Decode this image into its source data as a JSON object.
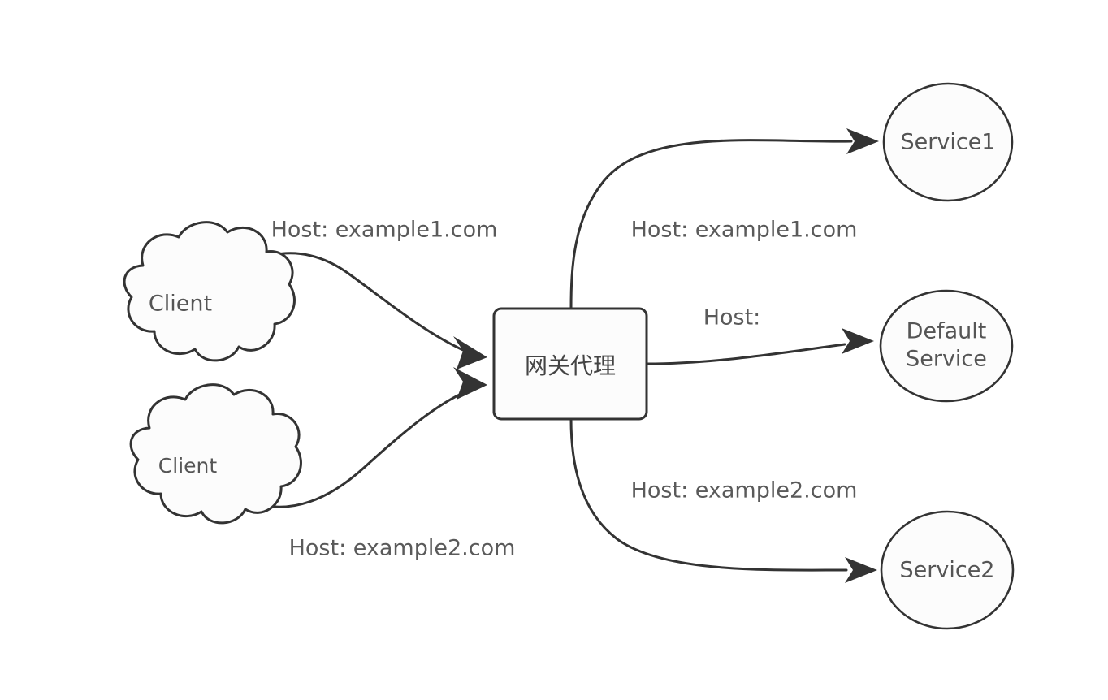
{
  "diagram": {
    "title": "Gateway host-based routing diagram",
    "background_color": "#ffffff",
    "stroke_color": "#333333",
    "node_fill_color": "#fcfcfc",
    "label_color": "#5a5a5a",
    "nodes": [
      {
        "id": "client1",
        "label": "Client",
        "shape": "cloud"
      },
      {
        "id": "client2",
        "label": "Client",
        "shape": "cloud"
      },
      {
        "id": "gateway",
        "label": "网关代理",
        "shape": "rounded-rect"
      },
      {
        "id": "service1",
        "label": "Service1",
        "shape": "ellipse"
      },
      {
        "id": "default-service",
        "label_line1": "Default",
        "label_line2": "Service",
        "shape": "ellipse"
      },
      {
        "id": "service2",
        "label": "Service2",
        "shape": "ellipse"
      }
    ],
    "edges": [
      {
        "id": "client1-gateway",
        "from": "client1",
        "to": "gateway",
        "label": "Host: example1.com"
      },
      {
        "id": "client2-gateway",
        "from": "client2",
        "to": "gateway",
        "label": "Host: example2.com"
      },
      {
        "id": "gateway-service1",
        "from": "gateway",
        "to": "service1",
        "label": "Host: example1.com"
      },
      {
        "id": "gateway-default",
        "from": "gateway",
        "to": "default-service",
        "label": "Host:"
      },
      {
        "id": "gateway-service2",
        "from": "gateway",
        "to": "service2",
        "label": "Host: example2.com"
      }
    ]
  }
}
